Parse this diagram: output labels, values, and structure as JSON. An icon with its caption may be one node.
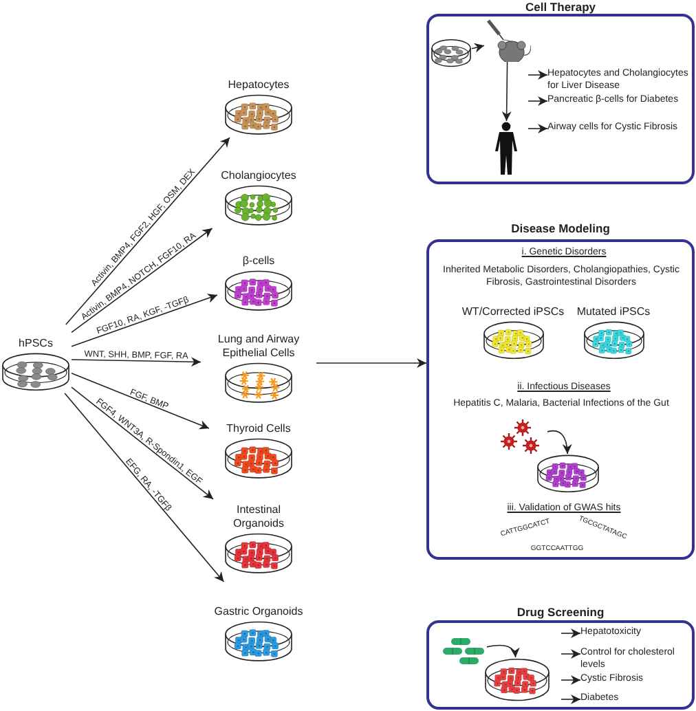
{
  "diagram": {
    "nodes": [
      {
        "text": [
          "hPSCs"
        ]
      },
      {
        "text": [
          "Hepatocytes"
        ]
      },
      {
        "text": [
          "Cholangiocytes"
        ]
      },
      {
        "text": [
          "β-cells"
        ]
      },
      {
        "text": [
          "Lung and Airway Epithelial Cells"
        ]
      },
      {
        "text": [
          "Thyroid Cells"
        ]
      },
      {
        "text": [
          "Intestinal Organoids"
        ]
      },
      {
        "text": [
          "Gastric Organoids"
        ]
      },
      {
        "text": [
          "Cell Therapy"
        ]
      },
      {
        "text": [
          "Disease Modeling"
        ]
      },
      {
        "text": [
          "Drug Screening"
        ]
      },
      {
        "text": [],
        "shape": "picture",
        "in": 8
      },
      {
        "text": [],
        "shape": "picture",
        "in": 8
      },
      {
        "text": [],
        "shape": "person",
        "in": 8
      },
      {
        "text": [
          "Hepatocytes and Cholangiocytes for Liver Disease"
        ],
        "in": 8
      },
      {
        "text": [
          "Pancreatic β-cells for Diabetes"
        ],
        "in": 8
      },
      {
        "text": [
          "Airway cells for Cystic Fibrosis"
        ],
        "in": 8
      },
      {
        "text": [
          "WT/Corrected iPSCs"
        ],
        "in": 9
      },
      {
        "text": [
          "Mutated iPSCs"
        ],
        "in": 9
      },
      {
        "text": [],
        "shape": "picture",
        "in": 9
      },
      {
        "text": [],
        "shape": "picture",
        "in": 9
      },
      {
        "text": [],
        "shape": "picture",
        "in": 10
      },
      {
        "text": [],
        "shape": "picture",
        "in": 10
      },
      {
        "text": [
          "Hepatotoxicity"
        ],
        "in": 10
      },
      {
        "text": [
          "Control for cholesterol levels"
        ],
        "in": 10
      },
      {
        "text": [
          "Cystic Fibrosis"
        ],
        "in": 10
      },
      {
        "text": [
          "Diabetes"
        ],
        "in": 10
      }
    ],
    "edges": [
      {
        "from": 0,
        "to": 1,
        "arrow": "to",
        "label": "Activin, BMP4, FGF2, HGF, OSM, DEX"
      },
      {
        "from": 0,
        "to": 2,
        "arrow": "to",
        "label": "Activin, BMP4, NOTCH, FGF10, RA"
      },
      {
        "from": 0,
        "to": 3,
        "arrow": "to",
        "label": "FGF10, RA, KGF, -TGFβ"
      },
      {
        "from": 0,
        "to": 4,
        "arrow": "to",
        "label": "WNT, SHH, BMP, FGF, RA"
      },
      {
        "from": 0,
        "to": 5,
        "arrow": "to",
        "label": "FGF, BMP"
      },
      {
        "from": 0,
        "to": 6,
        "arrow": "to",
        "label": "FGF4, WNT3A, R-Spondin1, EGF"
      },
      {
        "from": 0,
        "to": 7,
        "arrow": "to",
        "label": "EFG, RA, -TGFβ"
      },
      {
        "from": 4,
        "to": 9,
        "arrow": "to"
      },
      {
        "from": 11,
        "to": 12,
        "arrow": "to"
      },
      {
        "from": 12,
        "to": 13,
        "arrow": "to"
      },
      {
        "from": null,
        "to": 14,
        "arrow": "to"
      },
      {
        "from": null,
        "to": 15,
        "arrow": "to"
      },
      {
        "from": null,
        "to": 16,
        "arrow": "to"
      },
      {
        "from": 19,
        "to": 20,
        "arrow": "to"
      },
      {
        "from": 21,
        "to": 22,
        "arrow": "to"
      },
      {
        "from": null,
        "to": 23,
        "arrow": "to"
      },
      {
        "from": null,
        "to": 24,
        "arrow": "to"
      },
      {
        "from": null,
        "to": 25,
        "arrow": "to"
      },
      {
        "from": null,
        "to": 26,
        "arrow": "to"
      }
    ],
    "labels": [
      "i. Genetic Disorders",
      "Inherited Metabolic Disorders, Cholangiopathies, Cystic Fibrosis, Gastrointestinal Disorders",
      "ii. Infectious Diseases",
      "Hepatitis C, Malaria, Bacterial Infections of the Gut",
      "iii. Validation of GWAS hits",
      "CATTGGCATCT",
      "TGCGCTATAGC",
      "GGTCCAATTGG"
    ]
  }
}
